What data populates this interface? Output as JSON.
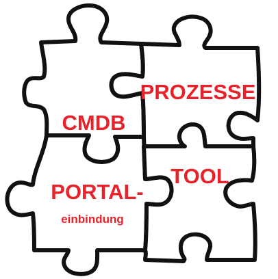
{
  "pieces": [
    {
      "id": "cmdb",
      "label": "CMDB",
      "sublabel": ""
    },
    {
      "id": "prozesse",
      "label": "PROZESSE",
      "sublabel": ""
    },
    {
      "id": "portal",
      "label": "PORTAL-",
      "sublabel": "einbindung"
    },
    {
      "id": "tool",
      "label": "TOOL",
      "sublabel": ""
    }
  ],
  "colors": {
    "label": "#e8222a",
    "outline": "#111111",
    "background": "#ffffff"
  }
}
